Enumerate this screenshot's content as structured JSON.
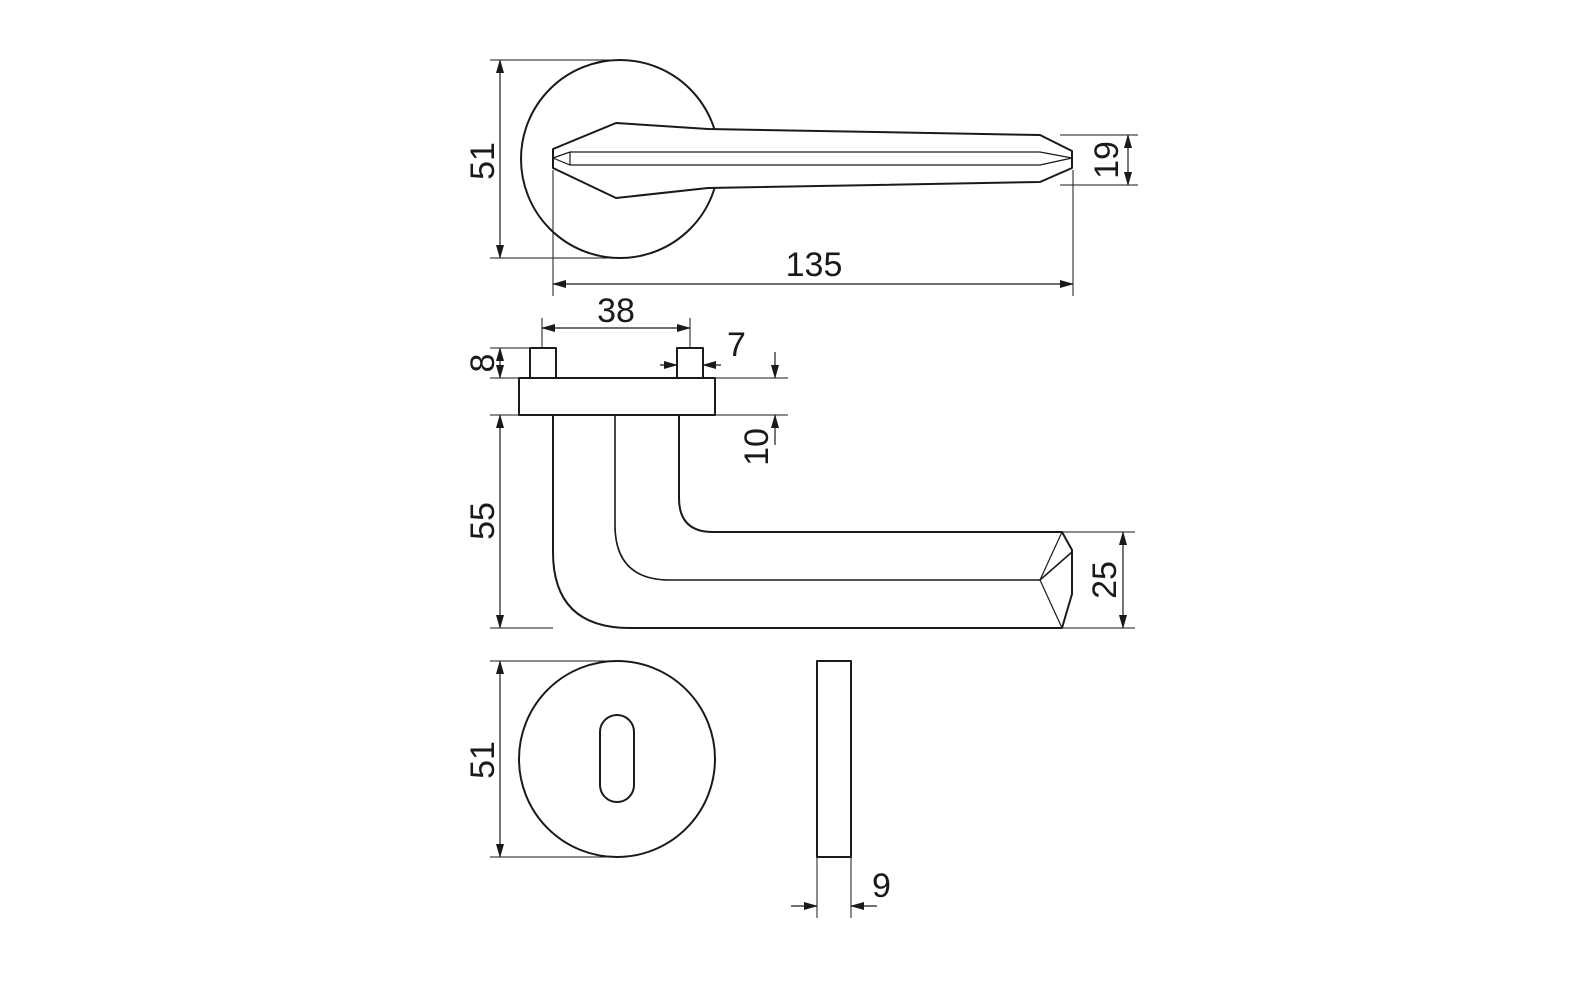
{
  "dimensions": {
    "rose_diameter_top": "51",
    "lever_length": "135",
    "lever_tip_height": "19",
    "spindle_spacing": "38",
    "pin_width": "7",
    "pin_height": "8",
    "rose_thickness": "10",
    "lever_drop": "55",
    "lever_end_height": "25",
    "escutcheon_diameter": "51",
    "escutcheon_thickness": "9"
  },
  "colors": {
    "line": "#1a1a1a",
    "background": "#ffffff"
  }
}
